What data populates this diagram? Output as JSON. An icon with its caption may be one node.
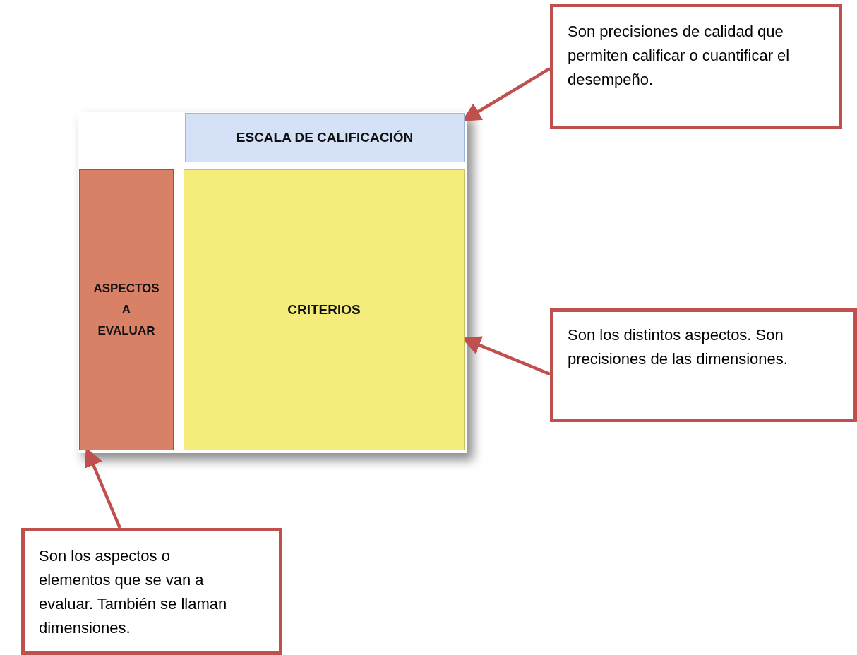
{
  "diagram": {
    "nodes": [
      {
        "text": [
          "ESCALA DE CALIFICACIÓN"
        ]
      },
      {
        "text": [
          "ASPECTOS A EVALUAR"
        ]
      },
      {
        "text": [
          "CRITERIOS"
        ]
      },
      {
        "text": [
          "Son precisiones de calidad que permiten calificar o cuantificar el desempeño."
        ]
      },
      {
        "text": [
          "Son los distintos aspectos. Son precisiones de las dimensiones."
        ]
      },
      {
        "text": [
          "Son los aspectos o elementos que se van a evaluar. También se llaman dimensiones."
        ]
      }
    ],
    "edges": [
      {
        "from": 3,
        "to": 0,
        "arrow": "to"
      },
      {
        "from": 4,
        "to": 2,
        "arrow": "to"
      },
      {
        "from": 5,
        "to": 1,
        "arrow": "to"
      }
    ]
  }
}
